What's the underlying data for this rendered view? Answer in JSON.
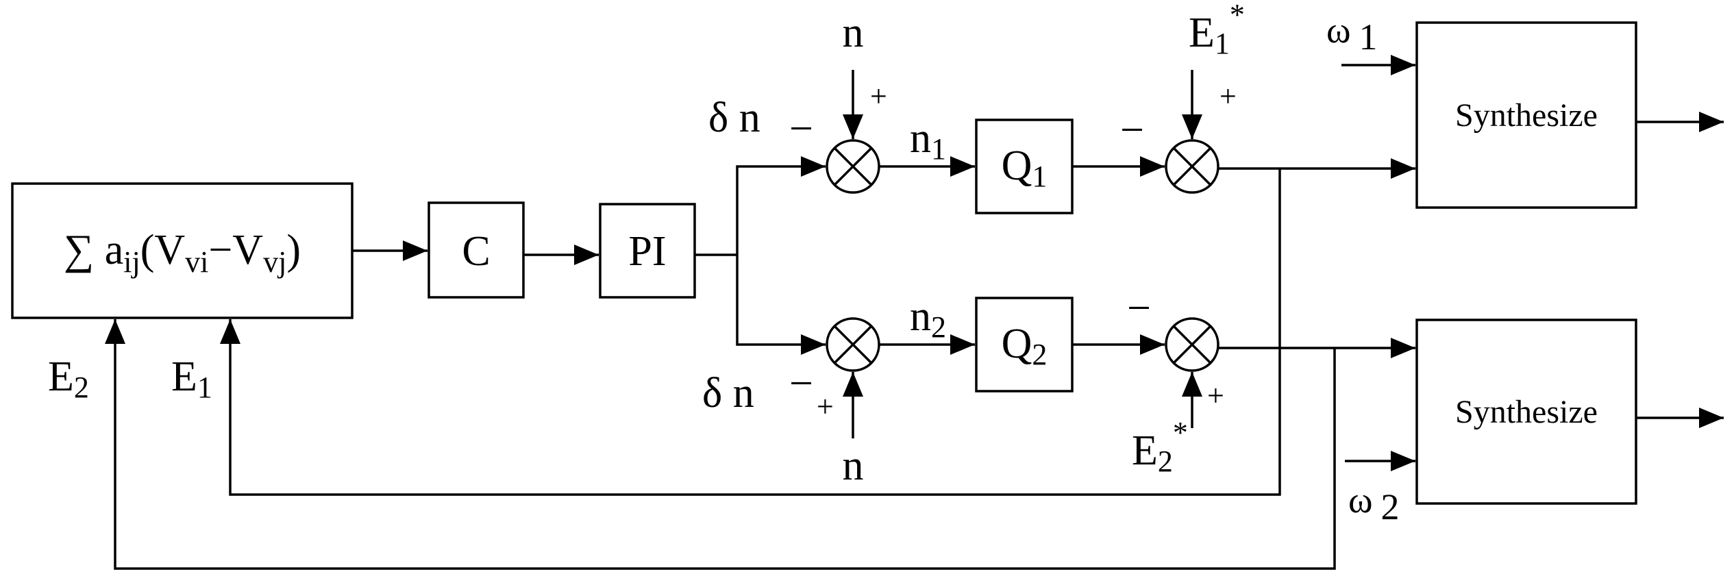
{
  "colors": {
    "consensus_fill": "#92d050",
    "line": "#000000"
  },
  "blocks": {
    "consensus": {
      "sum": "∑",
      "a": "a",
      "ij": "ij",
      "open": "(V",
      "vi": "vi",
      "minus": "−V",
      "vj": "vj",
      "close": ")"
    },
    "c": "C",
    "pi": "PI",
    "q1": {
      "main": "Q",
      "sub": "1"
    },
    "q2": {
      "main": "Q",
      "sub": "2"
    },
    "synth1": "Synthesize",
    "synth2": "Synthesize"
  },
  "signals": {
    "delta_n_top": "δ n",
    "delta_n_bottom": "δ n",
    "n_top": "n",
    "n_bottom": "n",
    "n1": {
      "main": "n",
      "sub": "1"
    },
    "n2": {
      "main": "n",
      "sub": "2"
    },
    "e1_star": {
      "main": "E",
      "sub": "1",
      "sup": "*"
    },
    "e2_star": {
      "main": "E",
      "sub": "2",
      "sup": "*"
    },
    "e1": {
      "main": "E",
      "sub": "1"
    },
    "e2": {
      "main": "E",
      "sub": "2"
    },
    "omega1": {
      "main": "ω",
      "sub": "1"
    },
    "omega2": {
      "main": "ω",
      "sub": "2"
    }
  },
  "signs": {
    "plus": "+",
    "minus": "−"
  }
}
